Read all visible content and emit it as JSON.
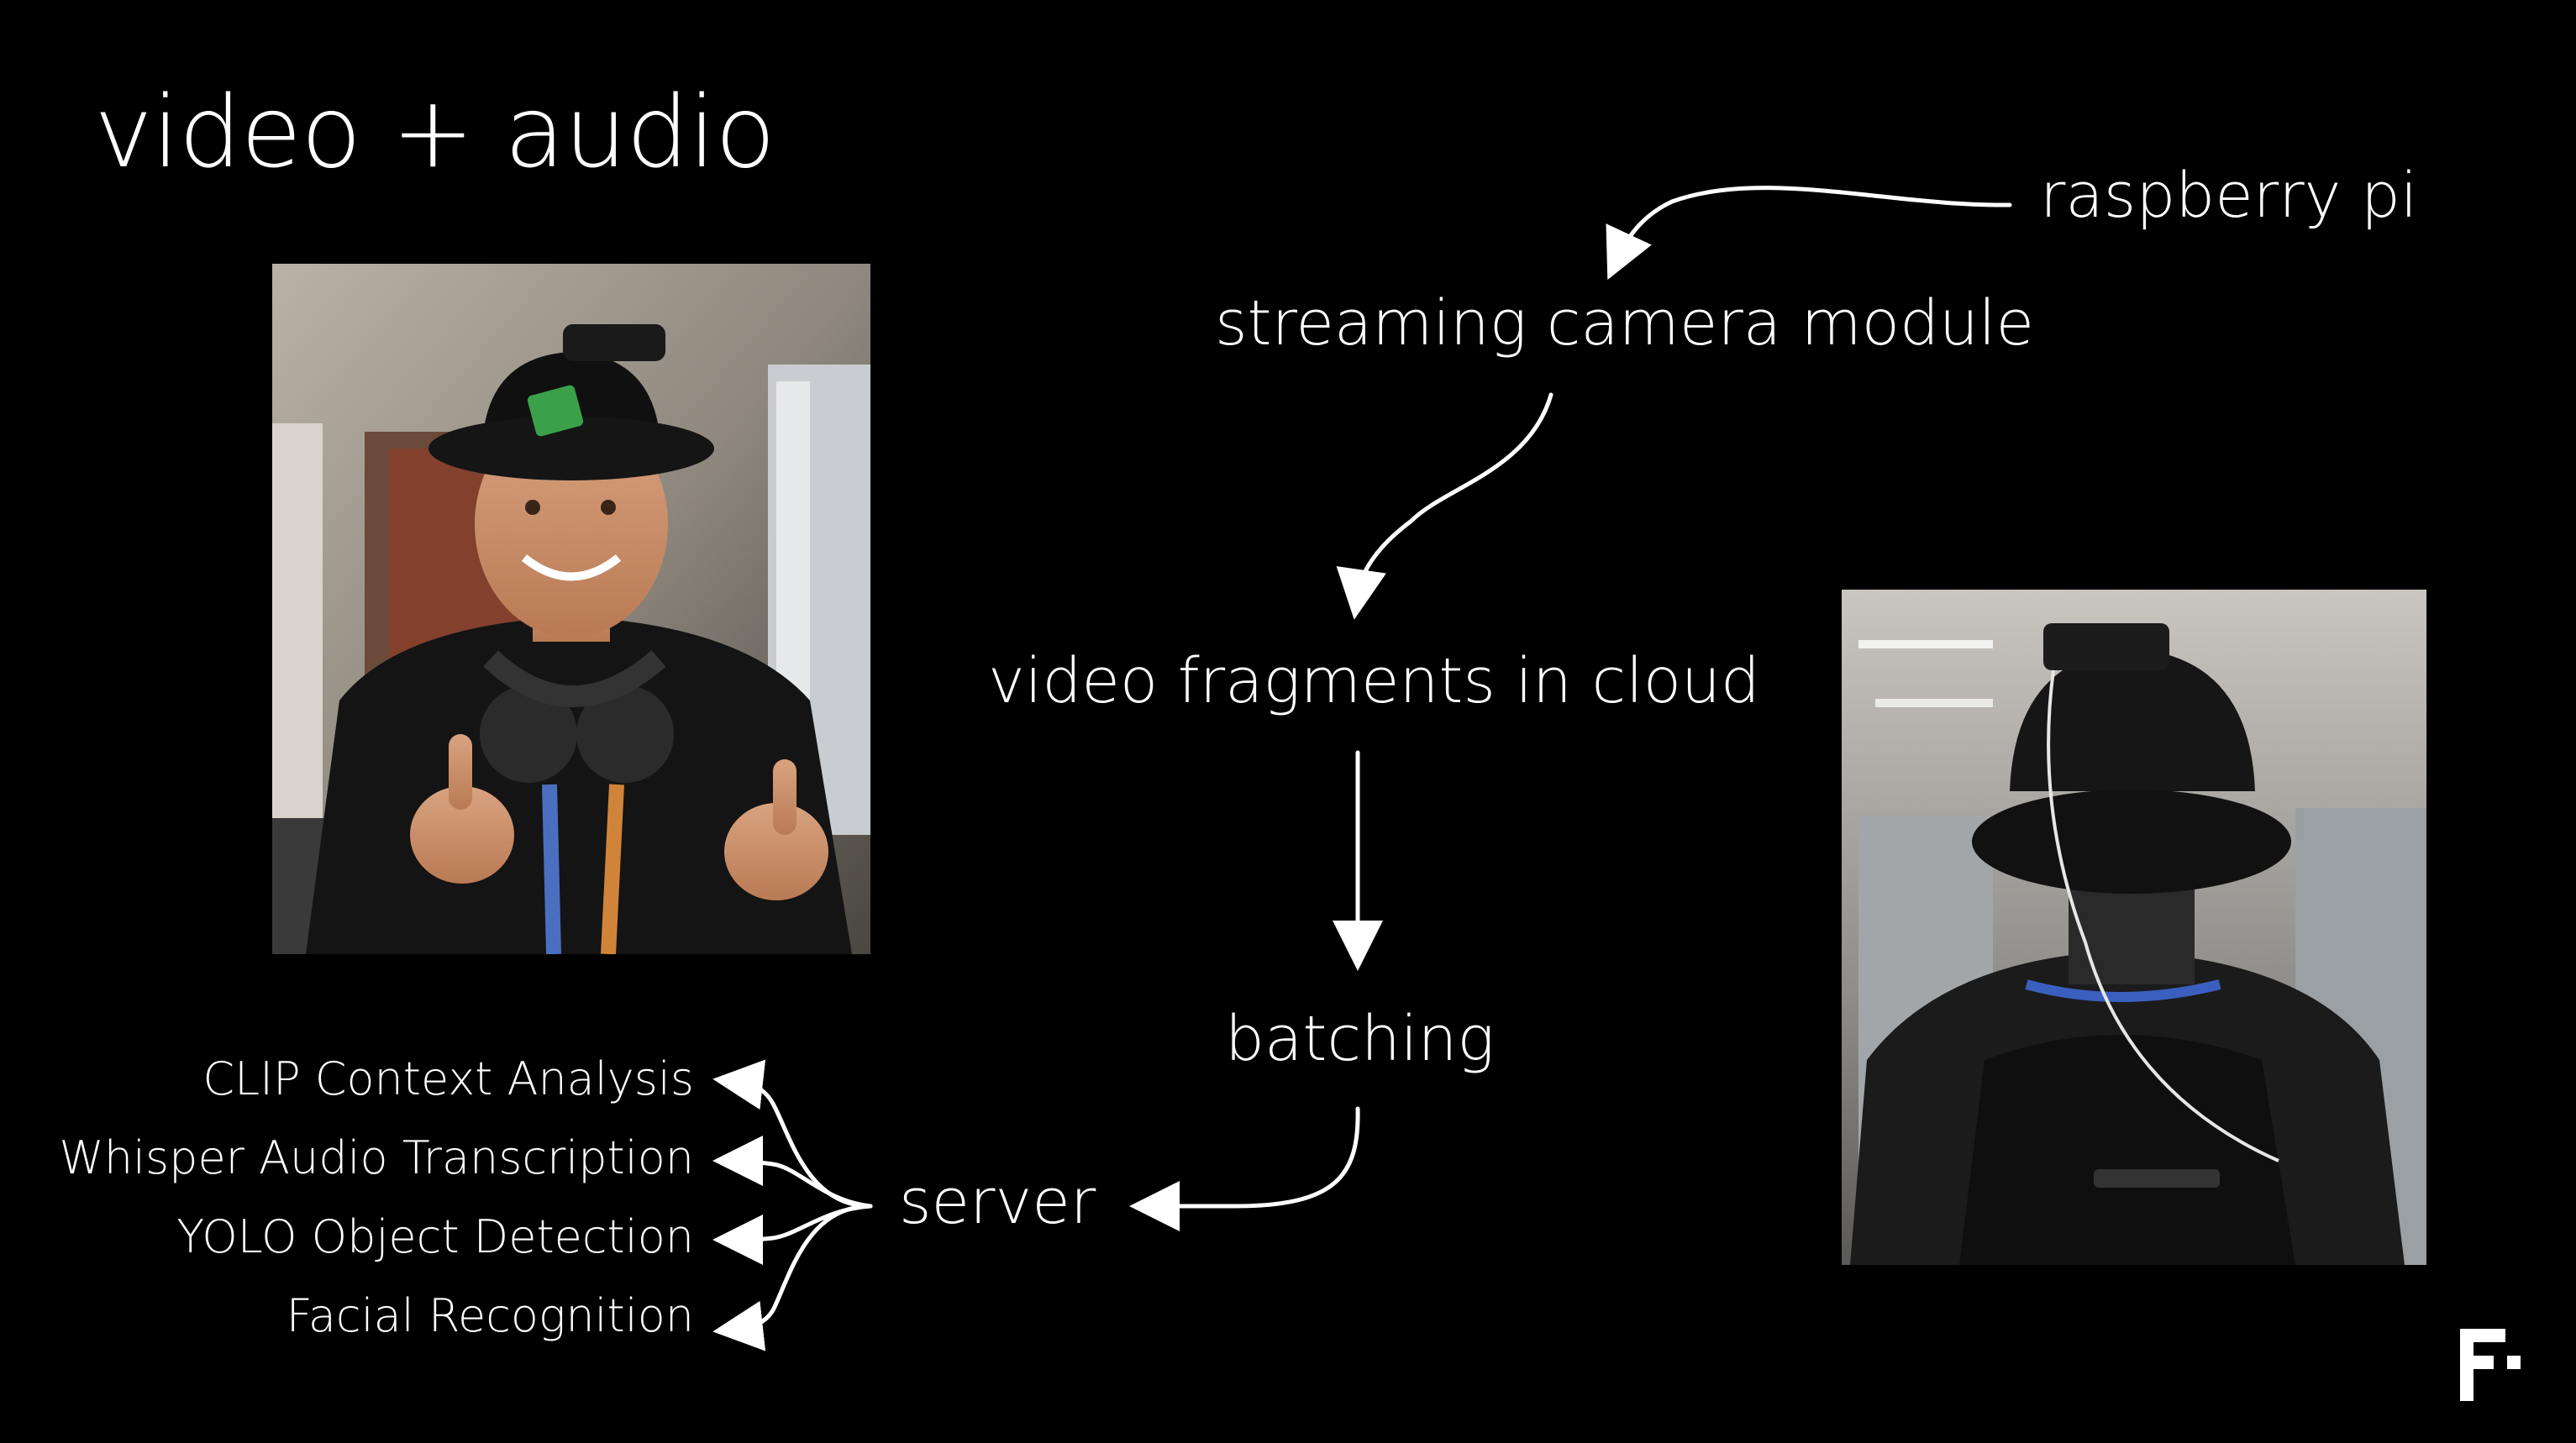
{
  "slide": {
    "title": "video + audio",
    "background": "#000000",
    "foreground": "#ffffff"
  },
  "flow": {
    "source_label": "raspberry pi",
    "nodes": [
      "streaming camera module",
      "video fragments in cloud",
      "batching",
      "server"
    ]
  },
  "models": [
    "CLIP Context Analysis",
    "Whisper Audio Transcription",
    "YOLO Object Detection",
    "Facial Recognition"
  ],
  "photos": {
    "left": "person-wearing-bucket-hat-with-camera-front-photo",
    "right": "person-wearing-bucket-hat-with-camera-back-photo"
  },
  "logo": "f-logo-icon"
}
